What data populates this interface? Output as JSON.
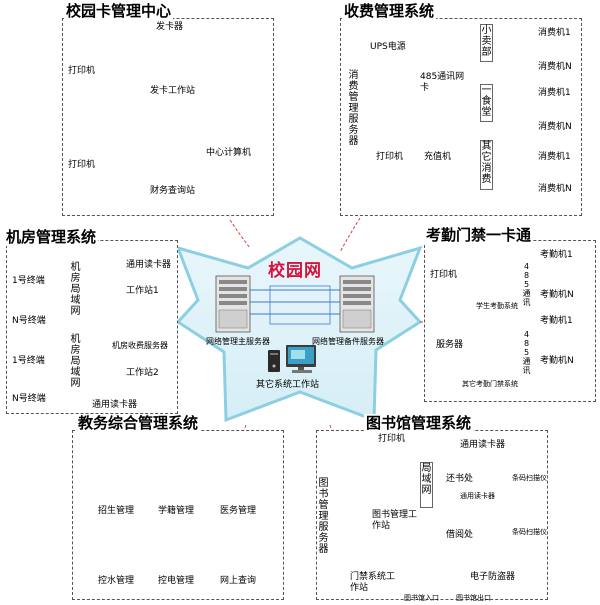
{
  "center": {
    "logo": "校园网",
    "main_server": "网络管理主服务器",
    "backup_server": "网络管理备件服务器",
    "other_ws": "其它系统工作站"
  },
  "card_center": {
    "title": "校园卡管理中心",
    "card_issuer": "发卡器",
    "printer1": "打印机",
    "issue_station": "发卡工作站",
    "center_computer": "中心计算机",
    "printer2": "打印机",
    "finance_station": "财务查询站"
  },
  "fee": {
    "title": "收费管理系统",
    "ups": "UPS电源",
    "server": "消费管理服务器",
    "net_card": "485通讯网卡",
    "printer": "打印机",
    "recharger": "充值机",
    "shops": [
      "小卖部",
      "一食堂",
      "其它消费"
    ],
    "machine1": "消费机1",
    "machineN": "消费机N"
  },
  "lab": {
    "title": "机房管理系统",
    "term1": "1号终端",
    "termN": "N号终端",
    "lan": "机房局域网",
    "reader": "通用读卡器",
    "ws1": "工作站1",
    "ws2": "工作站2",
    "fee_server": "机房收费服务器"
  },
  "attendance": {
    "title": "考勤门禁一卡通",
    "printer": "打印机",
    "student_system": "学生考勤系统",
    "server": "服务器",
    "other_system": "其它考勤门禁系统",
    "comm": "485通讯",
    "att1": "考勤机1",
    "attN": "考勤机N"
  },
  "academic": {
    "title": "教务综合管理系统",
    "items": [
      "招生管理",
      "学籍管理",
      "医务管理",
      "控水管理",
      "控电管理",
      "网上查询"
    ]
  },
  "library": {
    "title": "图书馆管理系统",
    "printer": "打印机",
    "server": "图书管理服务器",
    "ws": "图书管理工作站",
    "lan": "局域网",
    "reader": "通用读卡器",
    "scanner": "条码扫描仪",
    "return_desk": "还书处",
    "borrow_desk": "借阅处",
    "gate_ws": "门禁系统工作站",
    "anti_theft": "电子防盗器",
    "entrance": "图书馆入口",
    "exit": "图书馆出口"
  }
}
